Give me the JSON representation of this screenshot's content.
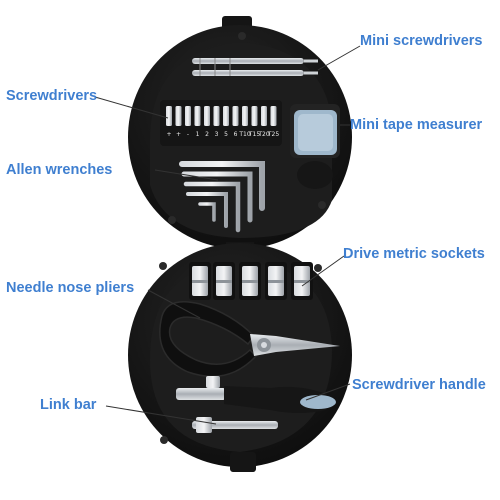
{
  "labels": {
    "mini_screwdrivers": "Mini screwdrivers",
    "screwdrivers": "Screwdrivers",
    "mini_tape_measurer": "Mini tape measurer",
    "allen_wrenches": "Allen wrenches",
    "drive_metric_sockets": "Drive metric sockets",
    "needle_nose_pliers": "Needle nose pliers",
    "screwdriver_handle": "Screwdriver handle",
    "link_bar": "Link bar"
  },
  "bit_markings": [
    "+",
    "+",
    "-",
    "1",
    "2",
    "3",
    "5",
    "6",
    "T10",
    "T15",
    "T20",
    "T25"
  ],
  "colors": {
    "label_text": "#3f7fd0",
    "case_black": "#131313",
    "tray_black": "#1c1c1c",
    "metal": "#bfc3c8",
    "tape_blue": "#9fb8cc",
    "leader_line": "#333333"
  }
}
